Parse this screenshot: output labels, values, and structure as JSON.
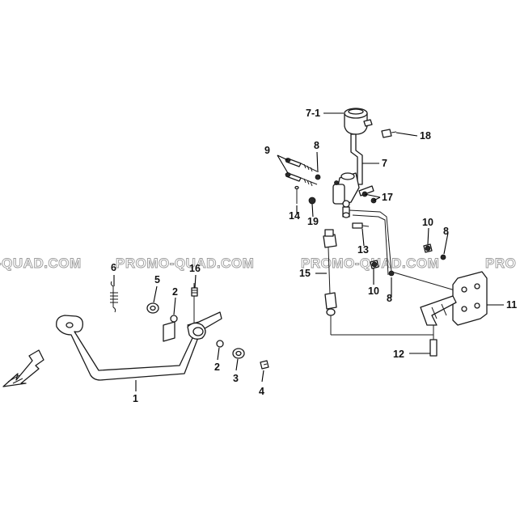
{
  "watermark": {
    "texts": [
      "-QUAD.COM",
      "PROMO-QUAD.COM",
      "PROMO-QUAD.COM",
      "PRO"
    ],
    "color": "#9a9a9a"
  },
  "callouts": [
    {
      "id": "c1",
      "label": "1"
    },
    {
      "id": "c2a",
      "label": "2"
    },
    {
      "id": "c2b",
      "label": "2"
    },
    {
      "id": "c3",
      "label": "3"
    },
    {
      "id": "c4",
      "label": "4"
    },
    {
      "id": "c5",
      "label": "5"
    },
    {
      "id": "c6",
      "label": "6"
    },
    {
      "id": "c7",
      "label": "7"
    },
    {
      "id": "c7_1",
      "label": "7-1"
    },
    {
      "id": "c8a",
      "label": "8"
    },
    {
      "id": "c8b",
      "label": "8"
    },
    {
      "id": "c8c",
      "label": "8"
    },
    {
      "id": "c9",
      "label": "9"
    },
    {
      "id": "c10a",
      "label": "10"
    },
    {
      "id": "c10b",
      "label": "10"
    },
    {
      "id": "c11",
      "label": "11"
    },
    {
      "id": "c12",
      "label": "12"
    },
    {
      "id": "c13",
      "label": "13"
    },
    {
      "id": "c14",
      "label": "14"
    },
    {
      "id": "c15",
      "label": "15"
    },
    {
      "id": "c16",
      "label": "16"
    },
    {
      "id": "c17",
      "label": "17"
    },
    {
      "id": "c18",
      "label": "18"
    },
    {
      "id": "c19",
      "label": "19"
    }
  ],
  "front_arrow_icon": "front-direction-arrow-icon",
  "accent_color": "#1a1a1a"
}
